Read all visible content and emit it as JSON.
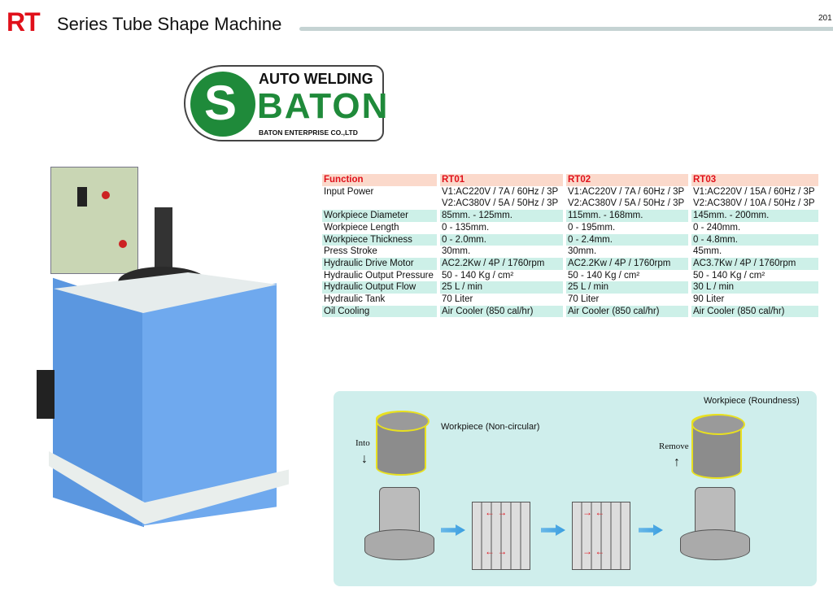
{
  "header": {
    "series": "RT",
    "title": "Series Tube Shape Machine",
    "page": "201"
  },
  "logo": {
    "top": "AUTO WELDING",
    "brand": "BATON",
    "company": "BATON ENTERPRISE CO.,LTD"
  },
  "spec_table": {
    "headers": [
      "Function",
      "RT01",
      "RT02",
      "RT03"
    ],
    "rows": [
      [
        "Input Power",
        "V1:AC220V / 7A / 60Hz / 3P",
        "V1:AC220V / 7A / 60Hz / 3P",
        "V1:AC220V / 15A / 60Hz / 3P"
      ],
      [
        "",
        "V2:AC380V / 5A / 50Hz / 3P",
        "V2:AC380V / 5A / 50Hz / 3P",
        "V2:AC380V / 10A / 50Hz / 3P"
      ],
      [
        "Workpiece Diameter",
        "85mm. - 125mm.",
        "115mm. - 168mm.",
        "145mm. - 200mm."
      ],
      [
        "Workpiece Length",
        "0 - 135mm.",
        "0 - 195mm.",
        "0 - 240mm."
      ],
      [
        "Workpiece Thickness",
        "0 - 2.0mm.",
        "0 - 2.4mm.",
        "0 - 4.8mm."
      ],
      [
        "Press Stroke",
        "30mm.",
        "30mm.",
        "45mm."
      ],
      [
        "Hydraulic Drive Motor",
        "AC2.2Kw / 4P / 1760rpm",
        "AC2.2Kw / 4P / 1760rpm",
        "AC3.7Kw / 4P / 1760rpm"
      ],
      [
        "Hydraulic Output Pressure",
        "50 - 140 Kg / cm²",
        "50 - 140 Kg / cm²",
        "50 - 140 Kg / cm²"
      ],
      [
        "Hydraulic Output Flow",
        "25 L / min",
        "25 L / min",
        "30 L / min"
      ],
      [
        "Hydraulic Tank",
        "70 Liter",
        "70 Liter",
        "90 Liter"
      ],
      [
        "Oil Cooling",
        "Air Cooler (850 cal/hr)",
        "Air Cooler (850 cal/hr)",
        "Air Cooler (850 cal/hr)"
      ]
    ]
  },
  "diagram": {
    "workpiece_in": "Workpiece (Non-circular)",
    "into": "Into",
    "workpiece_out": "Workpiece (Roundness)",
    "remove": "Remove"
  }
}
